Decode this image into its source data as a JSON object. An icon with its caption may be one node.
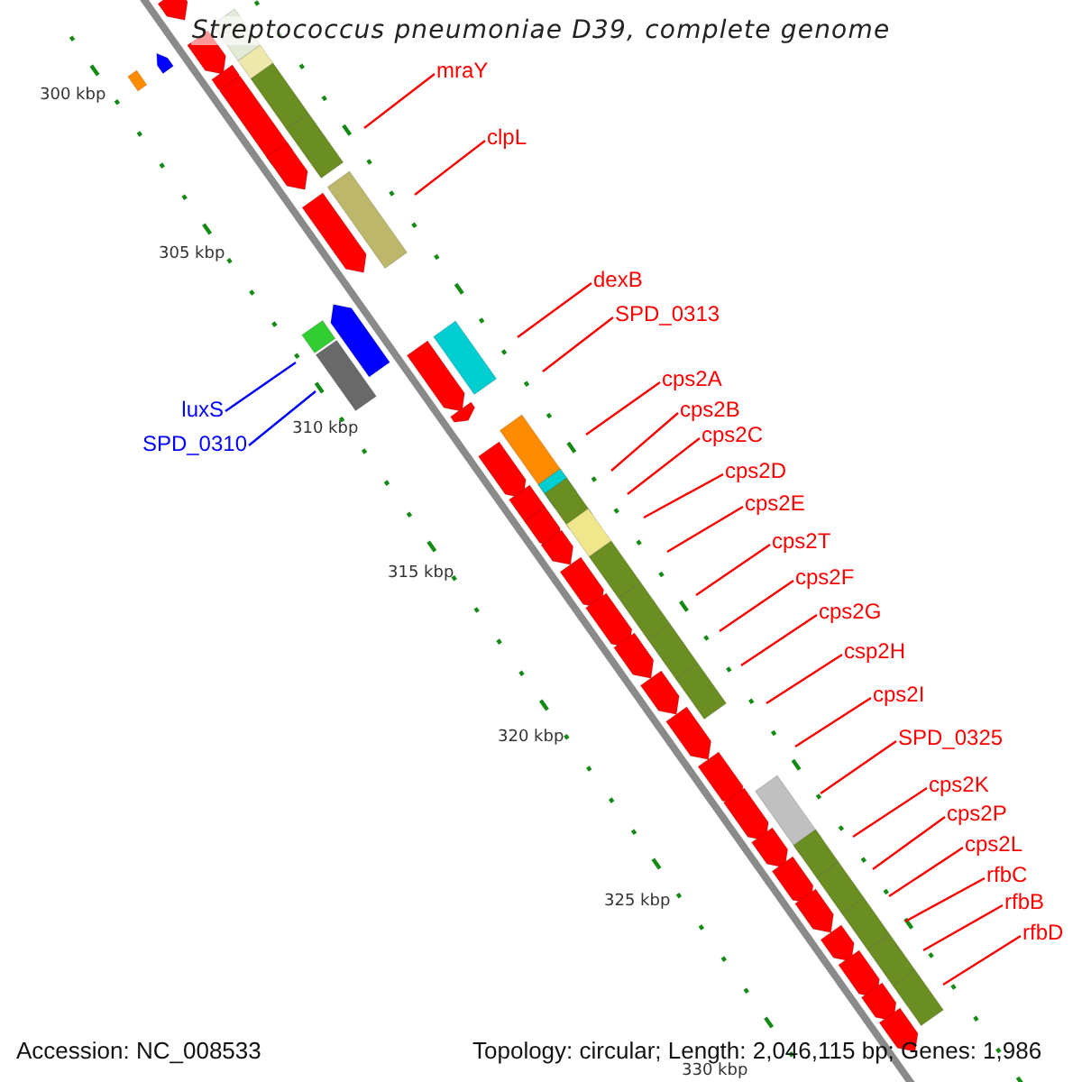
{
  "diagram": {
    "title": "Streptococcus pneumoniae D39, complete genome",
    "nodes": [
      {
        "text": [
          "mraY"
        ]
      },
      {
        "text": [
          "clpL"
        ]
      },
      {
        "text": [
          "dexB"
        ]
      },
      {
        "text": [
          "SPD_0313"
        ]
      },
      {
        "text": [
          "cps2A"
        ]
      },
      {
        "text": [
          "luxS"
        ]
      },
      {
        "text": [
          "cps2B"
        ]
      },
      {
        "text": [
          "cps2C"
        ]
      },
      {
        "text": [
          "SPD_0310"
        ]
      },
      {
        "text": [
          "cps2D"
        ]
      },
      {
        "text": [
          "cps2E"
        ]
      },
      {
        "text": [
          "cps2T"
        ]
      },
      {
        "text": [
          "cps2F"
        ]
      },
      {
        "text": [
          "cps2G"
        ]
      },
      {
        "text": [
          "csp2H"
        ]
      },
      {
        "text": [
          "cps2I"
        ]
      },
      {
        "text": [
          "SPD_0325"
        ]
      },
      {
        "text": [
          "cps2K"
        ]
      },
      {
        "text": [
          "cps2P"
        ]
      },
      {
        "text": [
          "cps2L"
        ]
      },
      {
        "text": [
          "rfbC"
        ]
      },
      {
        "text": [
          "rfbB"
        ]
      },
      {
        "text": [
          "rfbD"
        ]
      }
    ],
    "edges": [
      {
        "from": 0,
        "to": null,
        "arrow": "none"
      },
      {
        "from": 1,
        "to": null,
        "arrow": "none"
      },
      {
        "from": 2,
        "to": null,
        "arrow": "none"
      },
      {
        "from": 3,
        "to": null,
        "arrow": "none"
      },
      {
        "from": 4,
        "to": null,
        "arrow": "none"
      },
      {
        "from": 5,
        "to": null,
        "arrow": "none",
        "color": "#0000ff"
      },
      {
        "from": 6,
        "to": null,
        "arrow": "none"
      },
      {
        "from": 7,
        "to": null,
        "arrow": "none"
      },
      {
        "from": 8,
        "to": null,
        "arrow": "none",
        "color": "#0000ff"
      },
      {
        "from": 9,
        "to": null,
        "arrow": "none"
      },
      {
        "from": 10,
        "to": null,
        "arrow": "none"
      },
      {
        "from": 11,
        "to": null,
        "arrow": "none"
      },
      {
        "from": 12,
        "to": null,
        "arrow": "none"
      },
      {
        "from": 13,
        "to": null,
        "arrow": "none"
      },
      {
        "from": 14,
        "to": null,
        "arrow": "none"
      },
      {
        "from": 15,
        "to": null,
        "arrow": "none"
      },
      {
        "from": 16,
        "to": null,
        "arrow": "none"
      },
      {
        "from": 17,
        "to": null,
        "arrow": "none"
      },
      {
        "from": 18,
        "to": null,
        "arrow": "none"
      },
      {
        "from": 19,
        "to": null,
        "arrow": "none"
      },
      {
        "from": 20,
        "to": null,
        "arrow": "none"
      },
      {
        "from": 21,
        "to": null,
        "arrow": "none"
      },
      {
        "from": 22,
        "to": null,
        "arrow": "none"
      }
    ],
    "labels": [
      "300 kbp",
      "305 kbp",
      "310 kbp",
      "315 kbp",
      "320 kbp",
      "325 kbp",
      "330 kbp",
      "Accession: NC_008533",
      "Topology: circular; Length: 2,046,115 bp; Genes: 1,986"
    ]
  }
}
